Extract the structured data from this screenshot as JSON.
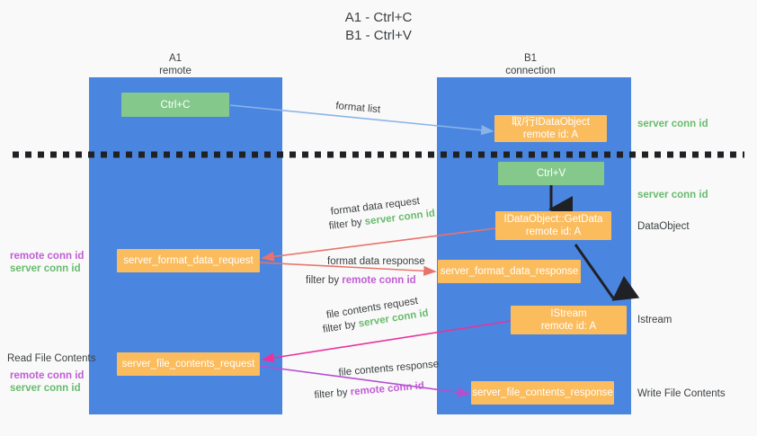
{
  "title": {
    "line1": "A1 - Ctrl+C",
    "line2": "B1 - Ctrl+V"
  },
  "columns": [
    {
      "name": "A1",
      "sub": "remote"
    },
    {
      "name": "B1",
      "sub": "connection"
    }
  ],
  "colors": {
    "lane": "#4a86e0",
    "orange": "#fbbc5e",
    "green": "#84c98b",
    "server_conn": "#69bb6e",
    "remote_conn": "#c15cd6",
    "background": "#f9f9f9",
    "arrow_blue": "#8ab4e8",
    "arrow_red": "#e8736c",
    "arrow_purple": "#b44fd0",
    "arrow_magenta": "#e8339e",
    "arrow_black": "#202124"
  },
  "nodes": {
    "ctrl_c": {
      "label": "Ctrl+C"
    },
    "ctrl_v": {
      "label": "Ctrl+V"
    },
    "idataobject": {
      "line1": "取/行IDataObject",
      "line2": "remote id: A"
    },
    "getdata": {
      "line1": "IDataObject::GetData",
      "line2": "remote id: A"
    },
    "istream": {
      "line1": "IStream",
      "line2": "remote id: A"
    },
    "server_format_data_request": {
      "label": "server_format_data_request"
    },
    "server_format_data_response": {
      "label": "server_format_data_response"
    },
    "server_file_contents_request": {
      "label": "server_file_contents_request"
    },
    "server_file_contents_response": {
      "label": "server_file_contents_response"
    }
  },
  "right_labels": [
    {
      "text": "server conn id",
      "style": "green"
    },
    {
      "text": "server conn id",
      "style": "green"
    },
    {
      "text": "DataObject",
      "style": "dark"
    },
    {
      "text": "Istream",
      "style": "dark"
    },
    {
      "text": "Write File Contents",
      "style": "dark"
    }
  ],
  "left_labels": {
    "group1": {
      "remote": "remote conn id",
      "server": "server conn id"
    },
    "group2": {
      "heading": "Read File Contents",
      "remote": "remote conn id",
      "server": "server conn id"
    }
  },
  "edges": {
    "format_list": "format list",
    "format_data_request": "format data request",
    "format_data_request_filter_prefix": "filter by ",
    "format_data_request_filter_value": "server conn id",
    "format_data_response": "format data response",
    "format_data_response_filter_prefix": "filter by ",
    "format_data_response_filter_value": "remote conn id",
    "file_contents_request": "file contents request",
    "file_contents_request_filter_prefix": "filter by ",
    "file_contents_request_filter_value": "server conn id",
    "file_contents_response": "file contents response",
    "file_contents_response_filter_prefix": "filter by ",
    "file_contents_response_filter_value": "remote conn id"
  }
}
